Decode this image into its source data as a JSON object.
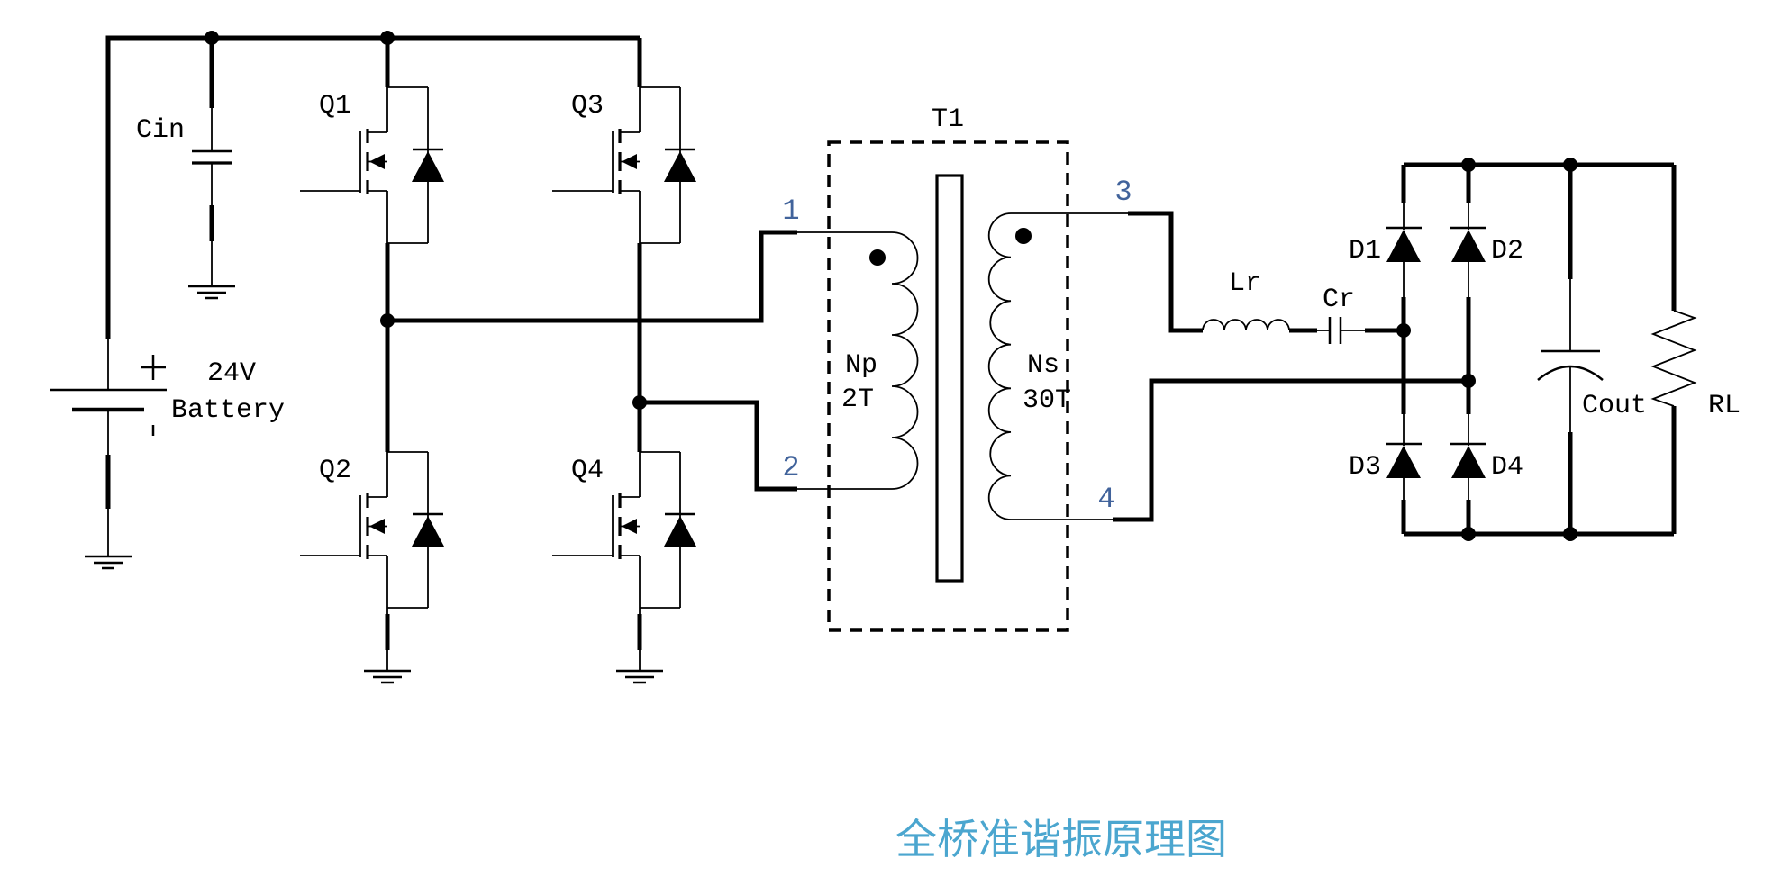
{
  "title": {
    "text": "全桥准谐振原理图",
    "color": "#4BA6CF"
  },
  "colors": {
    "wire": "#000000",
    "pin_number": "#41639B"
  },
  "input": {
    "plus_sign": "+",
    "voltage": "24V",
    "source_name": "Battery",
    "capacitor_label": "Cin"
  },
  "bridge": {
    "q1": "Q1",
    "q2": "Q2",
    "q3": "Q3",
    "q4": "Q4"
  },
  "transformer": {
    "name": "T1",
    "primary_winding": "Np",
    "primary_turns": "2T",
    "secondary_winding": "Ns",
    "secondary_turns": "30T",
    "pin1": "1",
    "pin2": "2",
    "pin3": "3",
    "pin4": "4"
  },
  "resonant": {
    "inductor": "Lr",
    "capacitor": "Cr"
  },
  "rectifier": {
    "d1": "D1",
    "d2": "D2",
    "d3": "D3",
    "d4": "D4"
  },
  "output": {
    "capacitor": "Cout",
    "load": "RL"
  }
}
